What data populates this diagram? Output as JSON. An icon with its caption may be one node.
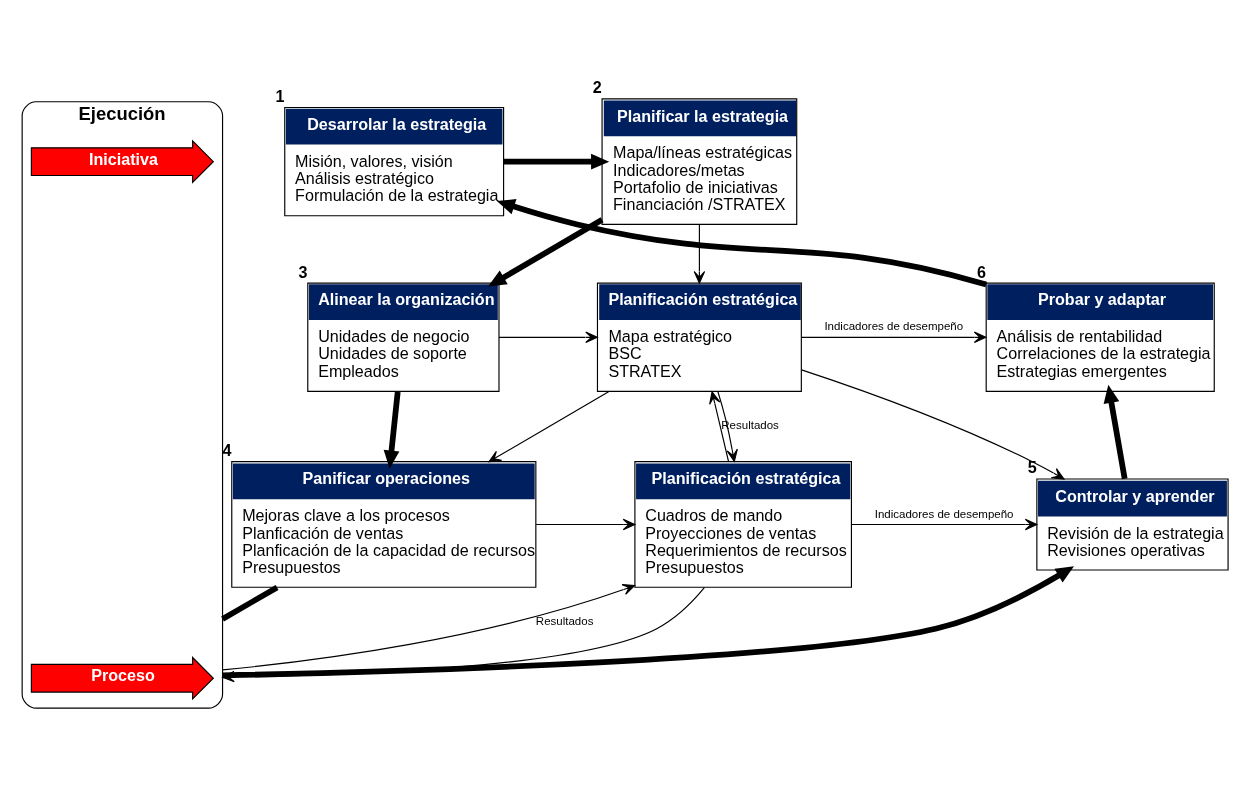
{
  "diagram": {
    "nodes": [
      {
        "text": [
          "Desarrolar la estrategia",
          "Misión, valores, visión",
          "Análisis estratégico",
          "Formulación de la estrategia"
        ],
        "beside": [
          "1"
        ]
      },
      {
        "text": [
          "Planificar la estrategia",
          "Mapa/líneas estratégicas",
          "Indicadores/metas",
          "Portafolio de iniciativas",
          "Financiación /STRATEX"
        ],
        "beside": [
          "2"
        ]
      },
      {
        "text": [
          "Alinear la organización",
          "Unidades de negocio",
          "Unidades de soporte",
          "Empleados"
        ],
        "beside": [
          "3"
        ]
      },
      {
        "text": [
          "Planificación estratégica",
          "Mapa estratégico",
          "BSC",
          "STRATEX"
        ]
      },
      {
        "text": [
          "Planificación estratégica",
          "Cuadros de mando",
          "Proyecciones de ventas",
          "Requerimientos de recursos",
          "Presupuestos"
        ]
      },
      {
        "text": [
          "Probar y adaptar",
          "Análisis de rentabilidad",
          "Correlaciones de la estrategia",
          "Estrategias emergentes"
        ],
        "beside": [
          "6"
        ]
      },
      {
        "text": [
          "Panificar operaciones",
          "Mejoras clave a los procesos",
          "Planficación de ventas",
          "Planficación de la capacidad de recursos",
          "Presupuestos"
        ],
        "beside": [
          "4"
        ]
      },
      {
        "text": [
          "Controlar y aprender",
          "Revisión de la estrategia",
          "Revisiones operativas"
        ],
        "beside": [
          "5"
        ]
      },
      {
        "text": [
          "Ejecución"
        ]
      },
      {
        "text": [
          "Proceso"
        ],
        "in": 8
      },
      {
        "text": [
          "Iniciativa"
        ],
        "in": 8
      }
    ],
    "edges": [
      {
        "from": 0,
        "to": 1,
        "arrow": "to",
        "style": "thick"
      },
      {
        "from": 1,
        "to": 2,
        "arrow": "to",
        "style": "thick"
      },
      {
        "from": 2,
        "to": 6,
        "arrow": "to",
        "style": "thick"
      },
      {
        "from": 6,
        "to": 8,
        "arrow": "none",
        "style": "thick"
      },
      {
        "from": 8,
        "to": 7,
        "arrow": "to",
        "style": "thick"
      },
      {
        "from": 7,
        "to": 5,
        "arrow": "to",
        "style": "thick"
      },
      {
        "from": 5,
        "to": 0,
        "arrow": "to",
        "style": "thick"
      },
      {
        "from": 1,
        "to": 3,
        "arrow": "to"
      },
      {
        "from": 2,
        "to": 3,
        "arrow": "to"
      },
      {
        "from": 3,
        "to": 5,
        "arrow": "to",
        "label": "Indicadores de desempeño"
      },
      {
        "from": 3,
        "to": 7,
        "arrow": "to"
      },
      {
        "from": 3,
        "to": 6,
        "arrow": "to"
      },
      {
        "from": 3,
        "to": 4,
        "arrow": "to"
      },
      {
        "from": 4,
        "to": 3,
        "arrow": "to",
        "label": "Resultados"
      },
      {
        "from": 6,
        "to": 4,
        "arrow": "to"
      },
      {
        "from": 4,
        "to": 7,
        "arrow": "to",
        "label": "Indicadores de desempeño"
      },
      {
        "from": 4,
        "to": 8,
        "arrow": "to"
      },
      {
        "from": 8,
        "to": 4,
        "arrow": "to",
        "label": "Resultados"
      }
    ]
  }
}
